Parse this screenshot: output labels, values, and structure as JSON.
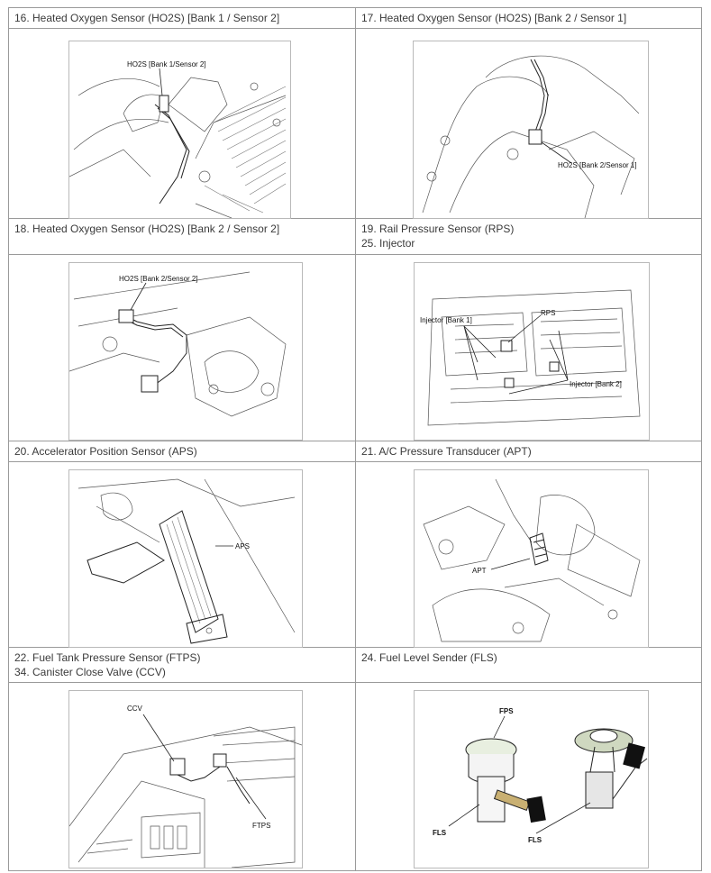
{
  "cells": {
    "c16": {
      "title": "16. Heated Oxygen Sensor (HO2S) [Bank 1 / Sensor 2]",
      "callouts": [
        "HO2S [Bank 1/Sensor 2]"
      ]
    },
    "c17": {
      "title": "17. Heated Oxygen Sensor (HO2S) [Bank 2 / Sensor 1]",
      "callouts": [
        "HO2S [Bank 2/Sensor 1]"
      ]
    },
    "c18": {
      "title": "18. Heated Oxygen Sensor (HO2S) [Bank 2 / Sensor 2]",
      "callouts": [
        "HO2S [Bank 2/Sensor 2]"
      ]
    },
    "c19": {
      "lines": [
        "19. Rail Pressure Sensor (RPS)",
        "25. Injector"
      ],
      "callouts": [
        "Injector [Bank 1]",
        "RPS",
        "Injector [Bank 2]"
      ]
    },
    "c20": {
      "title": "20. Accelerator Position Sensor (APS)",
      "callouts": [
        "APS"
      ]
    },
    "c21": {
      "title": "21. A/C Pressure Transducer (APT)",
      "callouts": [
        "APT"
      ]
    },
    "c22": {
      "lines": [
        "22. Fuel Tank Pressure Sensor (FTPS)",
        "34. Canister Close Valve (CCV)"
      ],
      "callouts": [
        "CCV",
        "FTPS"
      ]
    },
    "c24": {
      "title": "24. Fuel Level Sender (FLS)",
      "callouts": [
        "FPS",
        "FLS",
        "FLS"
      ]
    }
  }
}
